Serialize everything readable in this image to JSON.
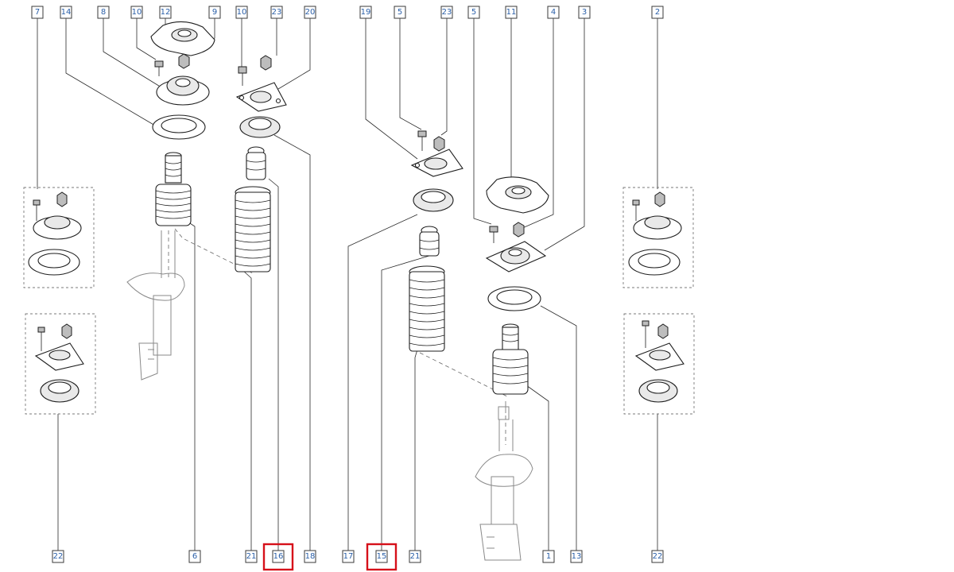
{
  "callouts": {
    "top": [
      "7",
      "14",
      "8",
      "10",
      "12",
      "9",
      "10",
      "23",
      "20",
      "19",
      "5",
      "23",
      "5",
      "11",
      "4",
      "3",
      "2"
    ],
    "bottom": [
      "22",
      "6",
      "21",
      "16",
      "18",
      "17",
      "15",
      "21",
      "1",
      "13",
      "22"
    ]
  },
  "highlighted": [
    "16",
    "15"
  ],
  "colors": {
    "label_text": "#2a5fa8",
    "highlight": "#d6101a",
    "line": "#2b2b2b"
  }
}
